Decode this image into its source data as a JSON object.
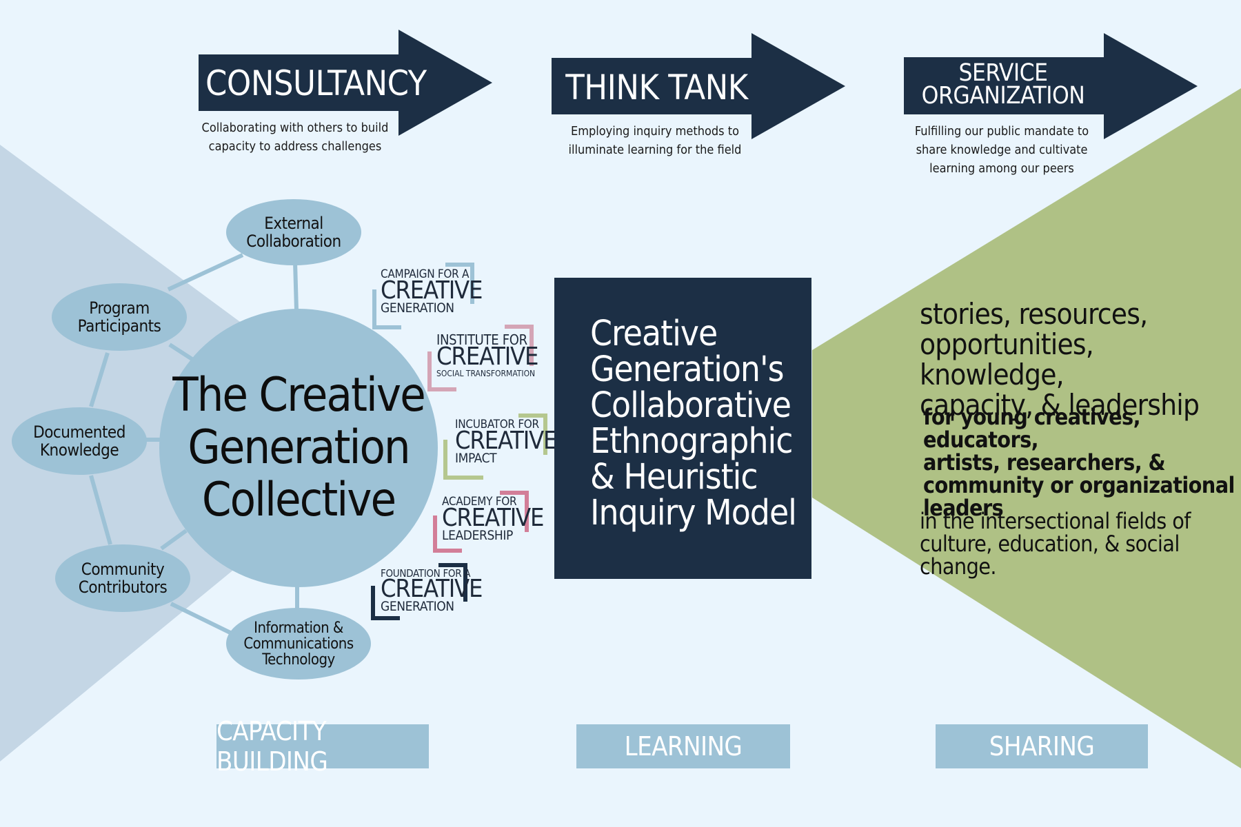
{
  "colors": {
    "background": "#eaf5fd",
    "navy": "#1c2f45",
    "steel_blue": "#9dc2d6",
    "left_panel": "#c4d6e5",
    "green_panel": "#afc185"
  },
  "arrows": [
    {
      "title": "CONSULTANCY",
      "description": "Collaborating with others to build capacity to address challenges"
    },
    {
      "title": "THINK TANK",
      "description": "Employing inquiry methods to illuminate learning for the field"
    },
    {
      "title": "SERVICE ORGANIZATION",
      "title_line1": "SERVICE",
      "title_line2": "ORGANIZATION",
      "description": "Fulfilling our public mandate to share knowledge and cultivate learning among our peers"
    }
  ],
  "arrow_desc_lines": [
    [
      "Collaborating with others to build",
      "capacity to address challenges"
    ],
    [
      "Employing inquiry methods to",
      "illuminate learning for the field"
    ],
    [
      "Fulfilling our public mandate to",
      "share knowledge and cultivate",
      "learning among our peers"
    ]
  ],
  "collective": {
    "title_lines": [
      "The Creative",
      "Generation",
      "Collective"
    ],
    "nodes": [
      {
        "lines": [
          "External",
          "Collaboration"
        ]
      },
      {
        "lines": [
          "Program",
          "Participants"
        ]
      },
      {
        "lines": [
          "Documented",
          "Knowledge"
        ]
      },
      {
        "lines": [
          "Community",
          "Contributors"
        ]
      },
      {
        "lines": [
          "Information &",
          "Communications",
          "Technology"
        ]
      }
    ]
  },
  "logos": [
    {
      "top": "CAMPAIGN FOR A",
      "main": "CREATIVE",
      "bottom": "GENERATION",
      "bracket_color": "#9dc2d6"
    },
    {
      "top": "INSTITUTE FOR",
      "main": "CREATIVE",
      "bottom": "SOCIAL TRANSFORMATION",
      "bracket_color": "#d4a5b6"
    },
    {
      "top": "INCUBATOR FOR",
      "main": "CREATIVE",
      "bottom": "IMPACT",
      "bracket_color": "#b5c78f"
    },
    {
      "top": "ACADEMY FOR",
      "main": "CREATIVE",
      "bottom": "LEADERSHIP",
      "bracket_color": "#d27e98"
    },
    {
      "top": "FOUNDATION FOR A",
      "main": "CREATIVE",
      "bottom": "GENERATION",
      "bracket_color": "#1c2f45"
    }
  ],
  "model": {
    "lines": [
      "Creative",
      "Generation's",
      "Collaborative",
      "Ethnographic",
      "& Heuristic",
      "Inquiry Model"
    ]
  },
  "sharing": {
    "what_lines": [
      "stories, resources,",
      "opportunities, knowledge,",
      "capacity, & leadership"
    ],
    "who_lines": [
      "for young creatives, educators,",
      "artists, researchers, &",
      "community or organizational",
      "leaders"
    ],
    "where_lines": [
      "in the intersectional fields of",
      "culture, education, & social change."
    ]
  },
  "stages": [
    "CAPACITY BUILDING",
    "LEARNING",
    "SHARING"
  ]
}
